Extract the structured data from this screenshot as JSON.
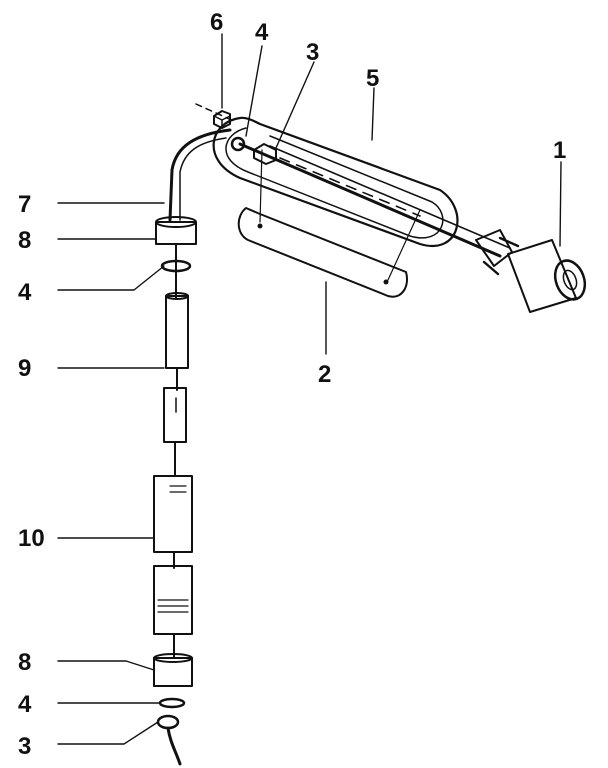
{
  "callouts": [
    {
      "id": "c1",
      "text": "1"
    },
    {
      "id": "c2",
      "text": "2"
    },
    {
      "id": "c3a",
      "text": "3"
    },
    {
      "id": "c3b",
      "text": "3"
    },
    {
      "id": "c4a",
      "text": "4"
    },
    {
      "id": "c4b",
      "text": "4"
    },
    {
      "id": "c4c",
      "text": "4"
    },
    {
      "id": "c5",
      "text": "5"
    },
    {
      "id": "c6",
      "text": "6"
    },
    {
      "id": "c7",
      "text": "7"
    },
    {
      "id": "c8a",
      "text": "8"
    },
    {
      "id": "c8b",
      "text": "8"
    },
    {
      "id": "c9",
      "text": "9"
    },
    {
      "id": "c10",
      "text": "10"
    }
  ],
  "colors": {
    "ink": "#111111",
    "background": "#ffffff",
    "fill": "#ffffff",
    "shade": "#555555"
  }
}
